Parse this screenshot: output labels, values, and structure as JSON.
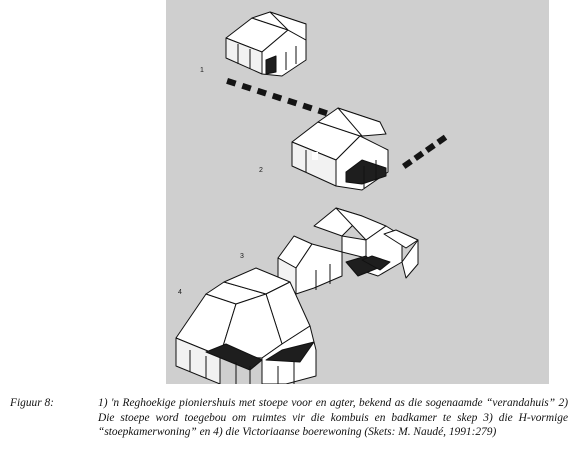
{
  "figure": {
    "labels": [
      "1",
      "2",
      "3",
      "4"
    ]
  },
  "caption": {
    "label": "Figuur 8:",
    "text": "1) 'n Reghoekige pioniershuis met stoepe voor en agter, bekend as die sogenaamde “verandahuis” 2) Die stoepe word toegebou om ruimtes vir die kombuis en badkamer te skep 3) die H-vormige “stoepkamerwoning” en 4) die Victoriaanse boerewoning (Skets: M. Naudé, 1991:279)"
  }
}
